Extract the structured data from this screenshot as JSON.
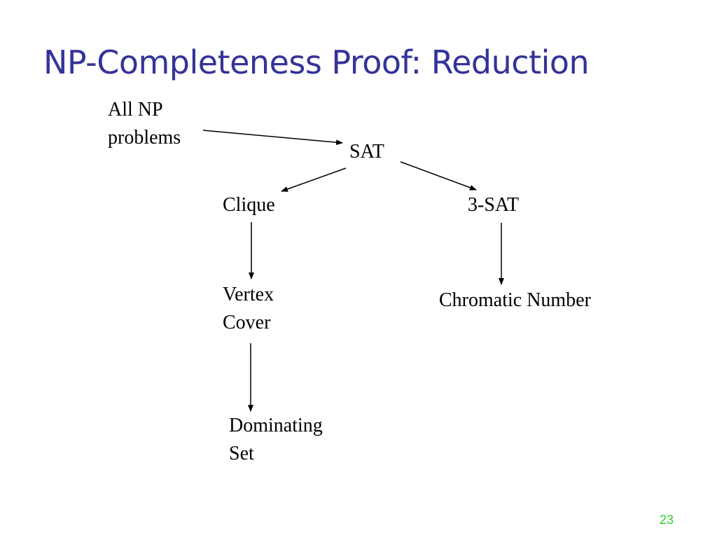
{
  "slide": {
    "title": "NP-Completeness Proof: Reduction",
    "page_number": "23",
    "colors": {
      "title": "#333399",
      "page_number": "#33cc33",
      "text": "#000000"
    }
  },
  "diagram": {
    "nodes": {
      "all_np": {
        "lines": [
          "All NP",
          "problems"
        ]
      },
      "sat": {
        "label": "SAT"
      },
      "clique": {
        "label": "Clique"
      },
      "three_sat": {
        "label": "3-SAT"
      },
      "vertex_cover": {
        "lines": [
          "Vertex",
          "Cover"
        ]
      },
      "chromatic_number": {
        "label": "Chromatic Number"
      },
      "dominating_set": {
        "lines": [
          "Dominating",
          "Set"
        ]
      }
    },
    "edges": [
      {
        "from": "All NP problems",
        "to": "SAT"
      },
      {
        "from": "SAT",
        "to": "Clique"
      },
      {
        "from": "SAT",
        "to": "3-SAT"
      },
      {
        "from": "Clique",
        "to": "Vertex Cover"
      },
      {
        "from": "3-SAT",
        "to": "Chromatic Number"
      },
      {
        "from": "Vertex Cover",
        "to": "Dominating Set"
      }
    ]
  }
}
